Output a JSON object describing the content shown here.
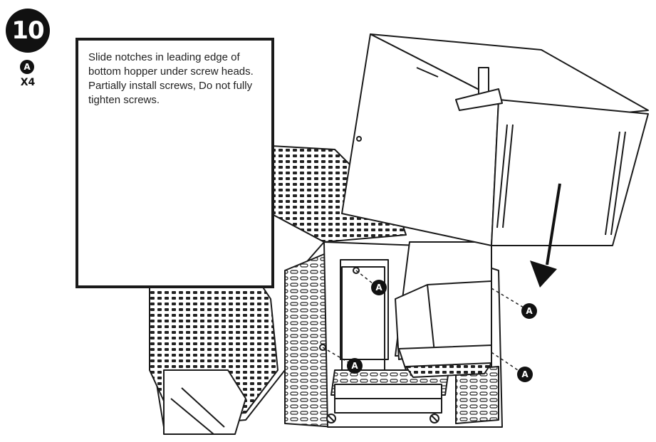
{
  "step": {
    "number": "10"
  },
  "parts": [
    {
      "letter": "A",
      "quantity": "X4"
    }
  ],
  "instruction": "Slide notches in leading edge of bottom hopper under screw heads. Partially install screws, Do not fully tighten screws.",
  "callouts": [
    "A",
    "A",
    "A",
    "A"
  ],
  "icons": [
    "step-number-icon",
    "part-callout-icon",
    "direction-arrow-icon"
  ]
}
